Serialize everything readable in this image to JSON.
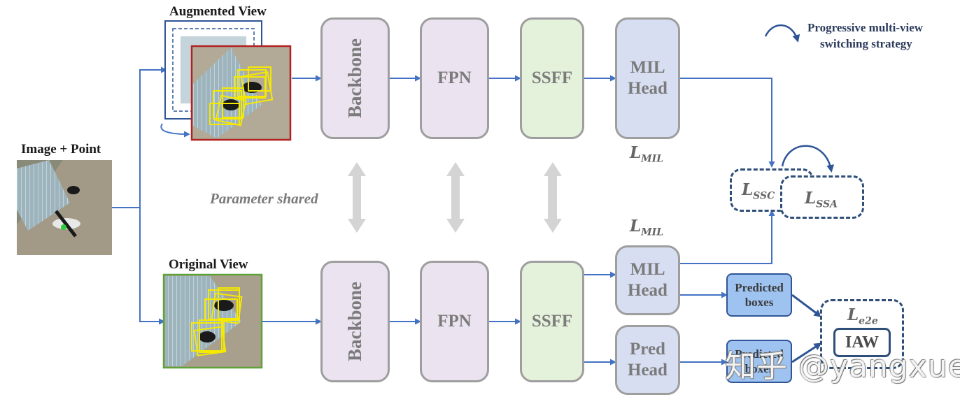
{
  "input_label": "Image + Point",
  "augmented_view_label": "Augmented View",
  "original_view_label": "Original View",
  "parameter_shared_label": "Parameter shared",
  "legend": {
    "strategy_line1": "Progressive multi-view",
    "strategy_line2": "switching strategy"
  },
  "top_branch": {
    "backbone": "Backbone",
    "fpn": "FPN",
    "ssff": "SSFF",
    "head_line1": "MIL",
    "head_line2": "Head",
    "loss_main": "L",
    "loss_sub": "MIL"
  },
  "bottom_branch": {
    "backbone": "Backbone",
    "fpn": "FPN",
    "ssff": "SSFF",
    "mil_head_line1": "MIL",
    "mil_head_line2": "Head",
    "pred_head_line1": "Pred",
    "pred_head_line2": "Head",
    "loss_main": "L",
    "loss_sub": "MIL",
    "predicted_line1": "Predicted",
    "predicted_line2": "boxes",
    "predicted2_line1": "Predicted",
    "predicted2_line2": "boxes"
  },
  "losses": {
    "ssc_main": "L",
    "ssc_sub": "SSC",
    "ssa_main": "L",
    "ssa_sub": "SSA",
    "e2e_main": "L",
    "e2e_sub": "e2e",
    "iaw": "IAW"
  },
  "watermark": "知乎 @yangxue",
  "colors": {
    "arrow": "#4472c4",
    "backbone_fill": "#ece3f1",
    "ssff_fill": "#e4f2dc",
    "head_fill": "#d7def1",
    "block_border": "#9e9e9e",
    "shared_arrow": "#d4d4d4",
    "predicted_fill": "#9fc3f0",
    "dashed_border": "#2f4e78"
  }
}
